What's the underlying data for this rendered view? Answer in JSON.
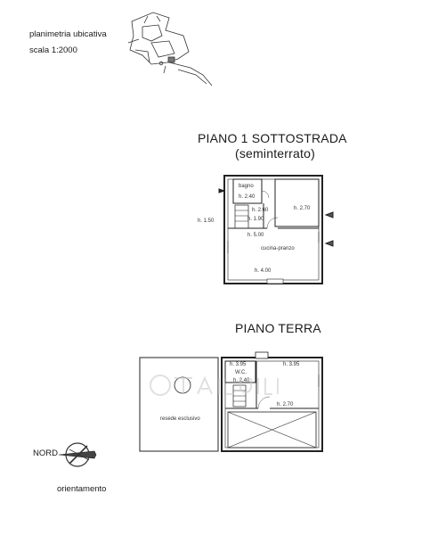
{
  "header": {
    "location_plan_label": "planimetria ubicativa",
    "scale_label": "scala 1:2000"
  },
  "basement": {
    "title": "PIANO 1 SOTTOSTRADA",
    "subtitle": "(seminterrato)",
    "labels": {
      "bagno": "bagno",
      "h_bagno": "h. 2.40",
      "h_stair1": "h. 2.60",
      "h_stair2": "h. 1.90",
      "h_room_right": "h. 2.70",
      "h_outside": "h. 1.50",
      "h_kitchen_top": "h. 5.00",
      "kitchen": "cucina-pranzo",
      "h_kitchen_bottom": "h. 4.00"
    }
  },
  "ground": {
    "title": "PIANO TERRA",
    "labels": {
      "h_left": "h. 3.95",
      "h_right": "h. 3.95",
      "wc": "W.C.",
      "h_wc": "h. 2.40",
      "h_lower": "h. 2.70",
      "garden": "resede esclusivo"
    }
  },
  "compass": {
    "north_label": "NORD",
    "orientation_label": "orientamento"
  }
}
